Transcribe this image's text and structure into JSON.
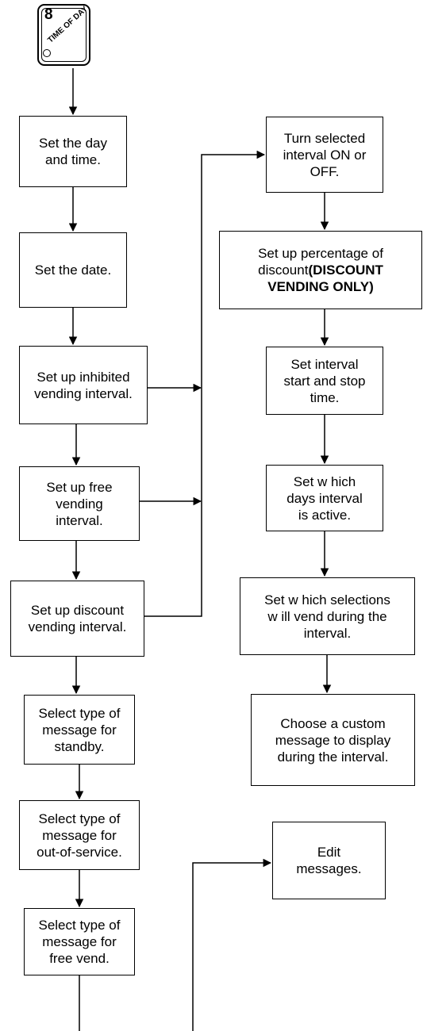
{
  "badge": {
    "number": "8",
    "label": "TIME OF DAY"
  },
  "left_column": [
    "Set the day\nand time.",
    "Set the date.",
    "Set up inhibited\nvending interval.",
    "Set up free\nvending\ninterval.",
    "Set up discount\nvending interval.",
    "Select type of\nmessage for\nstandby.",
    "Select type of\nmessage for\nout-of-service.",
    "Select type of\nmessage for\nfree vend."
  ],
  "right_column": {
    "turn_on_off": "Turn selected\ninterval ON or\nOFF.",
    "percentage_prefix": "Set up percentage of\ndiscount",
    "percentage_bold": "(DISCOUNT\nVENDING ONLY)",
    "start_stop": "Set interval\nstart and stop\ntime.",
    "days_active": "Set w hich\ndays interval\nis active.",
    "selections": "Set w hich selections\nw ill vend during the\ninterval.",
    "custom_message": "Choose a custom\nmessage to display\nduring the interval."
  },
  "edit_messages": "Edit\nmessages."
}
